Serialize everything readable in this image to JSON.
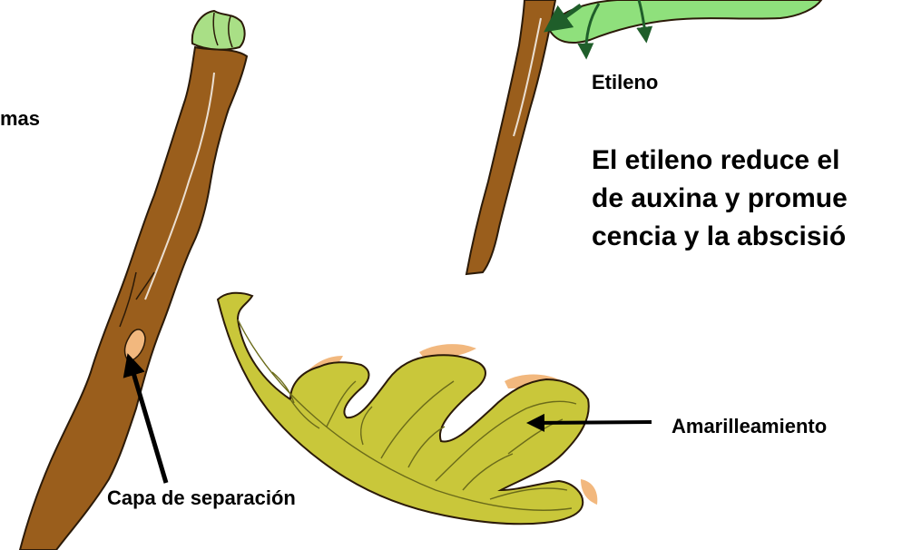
{
  "labels": {
    "yemas": "mas",
    "ethylene": "Etileno",
    "main_lines": [
      "El etileno reduce el",
      "de auxina y promue",
      "cencia y la abscisió"
    ],
    "yellowing": "Amarilleamiento",
    "separation_layer": "Capa de separación"
  },
  "colors": {
    "stem": "#9a5e1c",
    "stem_outline": "#2b1a08",
    "bud": "#a9df86",
    "young_leaf": "#8fe07c",
    "old_leaf": "#c9c73a",
    "leaf_veins": "#6b6b1a",
    "leaf_back": "#f2b87e",
    "separation_layer": "#f2b87e",
    "arrow_green": "#1f5e2a",
    "arrow_black": "#000000"
  }
}
